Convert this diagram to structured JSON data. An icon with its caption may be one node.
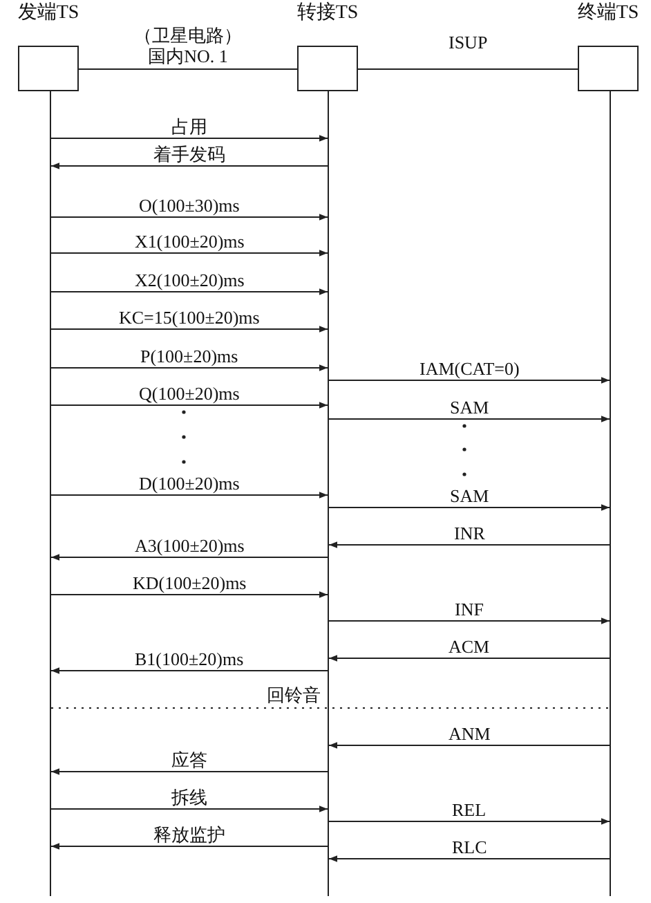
{
  "diagram": {
    "nodes": [
      {
        "text": [
          "发端TS"
        ]
      },
      {
        "text": [
          "转接TS"
        ]
      },
      {
        "text": [
          "终端TS"
        ]
      },
      {
        "text": [],
        "shape": "bar"
      },
      {
        "text": [],
        "shape": "bar"
      },
      {
        "text": [],
        "shape": "bar"
      }
    ],
    "edges": [
      {
        "from": 0,
        "to": 1,
        "arrow": "none",
        "label": "（卫星电路）国内NO. 1"
      },
      {
        "from": 1,
        "to": 2,
        "arrow": "none",
        "label": "ISUP"
      },
      {
        "from": 3,
        "to": 4,
        "arrow": "to",
        "label": "占用"
      },
      {
        "from": 4,
        "to": 3,
        "arrow": "to",
        "label": "着手发码"
      },
      {
        "from": 3,
        "to": 4,
        "arrow": "to",
        "label": "O(100±30)ms"
      },
      {
        "from": 3,
        "to": 4,
        "arrow": "to",
        "label": "X1(100±20)ms"
      },
      {
        "from": 3,
        "to": 4,
        "arrow": "to",
        "label": "X2(100±20)ms"
      },
      {
        "from": 3,
        "to": 4,
        "arrow": "to",
        "label": "KC=15(100±20)ms"
      },
      {
        "from": 3,
        "to": 4,
        "arrow": "to",
        "label": "P(100±20)ms"
      },
      {
        "from": 4,
        "to": 5,
        "arrow": "to",
        "label": "IAM(CAT=0)"
      },
      {
        "from": 3,
        "to": 4,
        "arrow": "to",
        "label": "Q(100±20)ms"
      },
      {
        "from": 4,
        "to": 5,
        "arrow": "to",
        "label": "SAM"
      },
      {
        "from": 3,
        "to": 4,
        "arrow": "to",
        "label": "D(100±20)ms"
      },
      {
        "from": 4,
        "to": 5,
        "arrow": "to",
        "label": "SAM"
      },
      {
        "from": 5,
        "to": 4,
        "arrow": "to",
        "label": "INR"
      },
      {
        "from": 4,
        "to": 3,
        "arrow": "to",
        "label": "A3(100±20)ms"
      },
      {
        "from": 3,
        "to": 4,
        "arrow": "to",
        "label": "KD(100±20)ms"
      },
      {
        "from": 4,
        "to": 5,
        "arrow": "to",
        "label": "INF"
      },
      {
        "from": 5,
        "to": 4,
        "arrow": "to",
        "label": "ACM"
      },
      {
        "from": 4,
        "to": 3,
        "arrow": "to",
        "label": "B1(100±20)ms"
      },
      {
        "from": 3,
        "to": 5,
        "arrow": "none",
        "style": "dashed",
        "label": "回铃音"
      },
      {
        "from": 5,
        "to": 4,
        "arrow": "to",
        "label": "ANM"
      },
      {
        "from": 4,
        "to": 3,
        "arrow": "to",
        "label": "应答"
      },
      {
        "from": 3,
        "to": 4,
        "arrow": "to",
        "label": "拆线"
      },
      {
        "from": 4,
        "to": 5,
        "arrow": "to",
        "label": "REL"
      },
      {
        "from": 4,
        "to": 3,
        "arrow": "to",
        "label": "释放监护"
      },
      {
        "from": 5,
        "to": 4,
        "arrow": "to",
        "label": "RLC"
      }
    ]
  }
}
